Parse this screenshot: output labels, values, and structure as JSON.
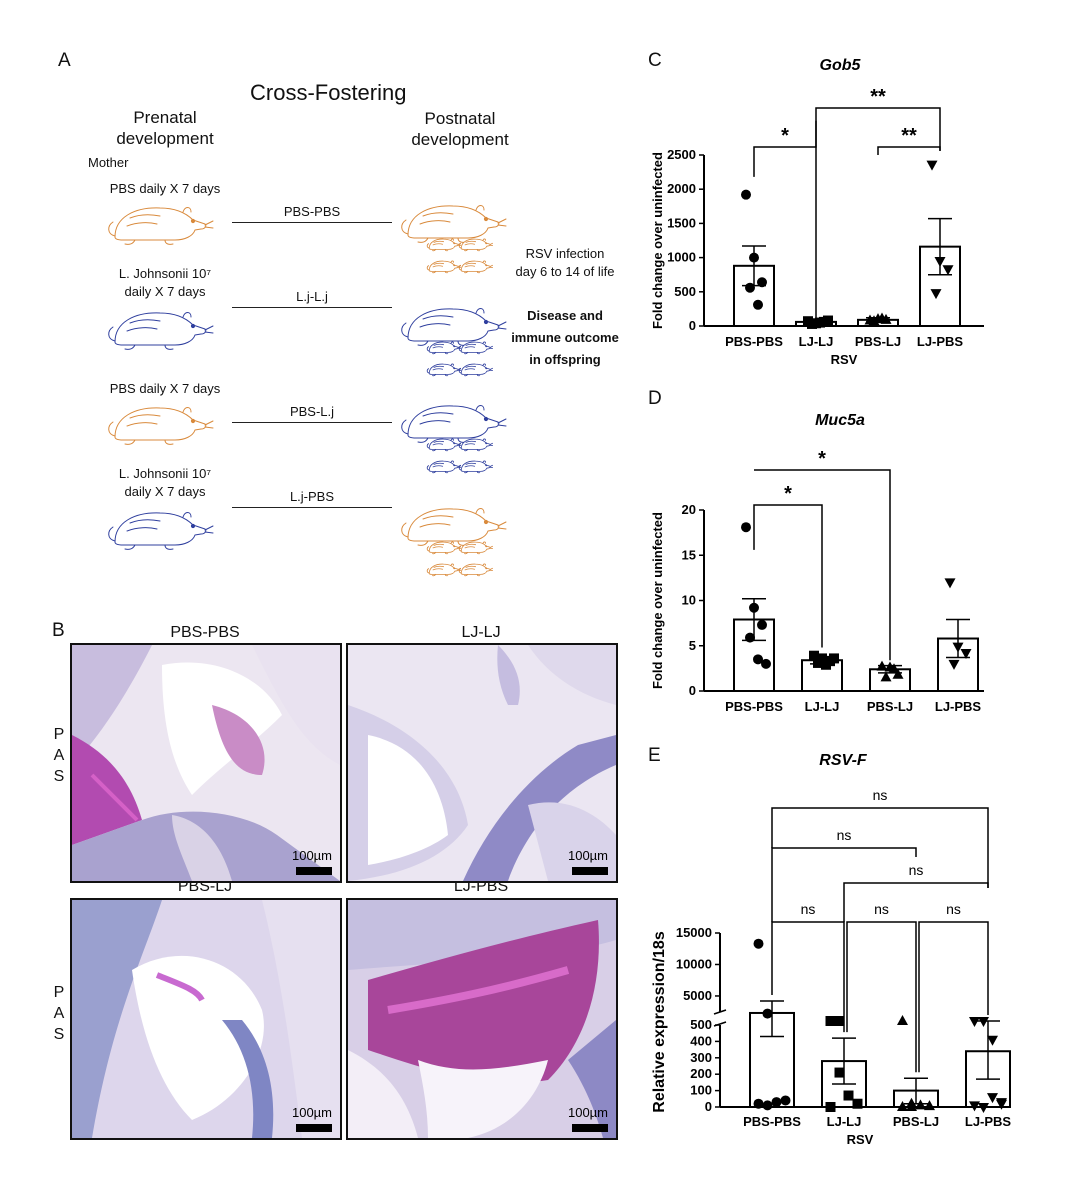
{
  "panels": {
    "A": "A",
    "B": "B",
    "C": "C",
    "D": "D",
    "E": "E"
  },
  "panelA": {
    "title": "Cross-Fostering",
    "prenatal": "Prenatal development",
    "postnatal": "Postnatal development",
    "mother": "Mother",
    "groups": [
      {
        "treatment_line1": "PBS daily X 7 days",
        "treatment_line2": "",
        "label": "PBS-PBS",
        "mother_color": "#d98a3c",
        "pup_color": "#d98a3c"
      },
      {
        "treatment_line1": "L. Johnsonii 10⁷",
        "treatment_line2": "daily X 7 days",
        "label": "L.j-L.j",
        "mother_color": "#2f3f9e",
        "pup_color": "#2f3f9e"
      },
      {
        "treatment_line1": "PBS daily X 7 days",
        "treatment_line2": "",
        "label": "PBS-L.j",
        "mother_color": "#d98a3c",
        "pup_color": "#2f3f9e"
      },
      {
        "treatment_line1": "L. Johnsonii 10⁷",
        "treatment_line2": "daily X 7 days",
        "label": "L.j-PBS",
        "mother_color": "#2f3f9e",
        "pup_color": "#d98a3c"
      }
    ],
    "rsv_line1": "RSV infection",
    "rsv_line2": "day 6 to 14 of life",
    "outcome_line1": "Disease and",
    "outcome_line2": "immune outcome",
    "outcome_line3": "in offspring"
  },
  "panelB": {
    "images": [
      {
        "label": "PBS-PBS",
        "scale": "100µm"
      },
      {
        "label": "LJ-LJ",
        "scale": "100µm"
      },
      {
        "label": "PBS-LJ",
        "scale": "100µm"
      },
      {
        "label": "LJ-PBS",
        "scale": "100µm"
      }
    ],
    "stain_letters": [
      "P",
      "A",
      "S"
    ]
  },
  "chart_data": [
    {
      "id": "C",
      "type": "bar",
      "title": "Gob5",
      "xlabel": "RSV",
      "ylabel": "Fold change over uninfected",
      "categories": [
        "PBS-PBS",
        "LJ-LJ",
        "PBS-LJ",
        "LJ-PBS"
      ],
      "values": [
        880,
        60,
        90,
        1160
      ],
      "sem": [
        290,
        25,
        30,
        410
      ],
      "markers": [
        "circle",
        "square",
        "triangle",
        "triangle-down"
      ],
      "points": [
        [
          1920,
          1000,
          640,
          560,
          310
        ],
        [
          70,
          40,
          60,
          30,
          50,
          80
        ],
        [
          80,
          100,
          90,
          70,
          110
        ],
        [
          2360,
          950,
          830,
          480
        ]
      ],
      "yticks": [
        0,
        500,
        1000,
        1500,
        2000,
        2500
      ],
      "ylim": [
        0,
        2500
      ],
      "significance": [
        {
          "from": 0,
          "to": 1,
          "label": "*",
          "level": 1
        },
        {
          "from": 2,
          "to": 3,
          "label": "**",
          "level": 1
        },
        {
          "from": 1,
          "to": 3,
          "label": "**",
          "level": 2
        }
      ]
    },
    {
      "id": "D",
      "type": "bar",
      "title": "Muc5a",
      "xlabel": "RSV",
      "ylabel": "Fold change over uninfected",
      "categories": [
        "PBS-PBS",
        "LJ-LJ",
        "PBS-LJ",
        "LJ-PBS"
      ],
      "values": [
        7.9,
        3.4,
        2.4,
        5.8
      ],
      "sem": [
        2.3,
        0.4,
        0.4,
        2.1
      ],
      "markers": [
        "circle",
        "square",
        "triangle",
        "triangle-down"
      ],
      "points": [
        [
          18.1,
          9.2,
          7.3,
          5.9,
          3.5,
          3.0
        ],
        [
          3.9,
          3.6,
          3.3,
          3.1,
          2.9,
          3.6
        ],
        [
          2.7,
          2.6,
          1.8,
          1.5,
          2.4
        ],
        [
          12.0,
          4.9,
          4.2,
          3.0
        ]
      ],
      "yticks": [
        0,
        5,
        10,
        15,
        20
      ],
      "ylim": [
        0,
        20
      ],
      "significance": [
        {
          "from": 0,
          "to": 1,
          "label": "*",
          "level": 1
        },
        {
          "from": 0,
          "to": 2,
          "label": "*",
          "level": 2
        }
      ]
    },
    {
      "id": "E",
      "type": "bar",
      "title": "RSV-F",
      "xlabel": "RSV",
      "ylabel": "Relative expression/18s",
      "categories": [
        "PBS-PBS",
        "LJ-LJ",
        "PBS-LJ",
        "LJ-PBS"
      ],
      "values": [
        2300,
        280,
        100,
        340
      ],
      "sem_upper": [
        4200,
        420,
        175,
        510
      ],
      "sem_lower": [
        430,
        140,
        20,
        170
      ],
      "markers": [
        "circle",
        "square",
        "triangle",
        "triangle-down"
      ],
      "points": [
        [
          13300,
          2200,
          30,
          40,
          20,
          10
        ],
        [
          520,
          210,
          70,
          20,
          0,
          520
        ],
        [
          520,
          20,
          10,
          5,
          0,
          0
        ],
        [
          530,
          520,
          410,
          20,
          10,
          0,
          60,
          30
        ]
      ],
      "yticks_lower": [
        0,
        100,
        200,
        300,
        400,
        500
      ],
      "yticks_upper": [
        5000,
        10000,
        15000
      ],
      "axis_break": [
        500,
        1500
      ],
      "ylim": [
        0,
        15000
      ],
      "significance": [
        {
          "from": 0,
          "to": 1,
          "label": "ns",
          "level": 1
        },
        {
          "from": 1,
          "to": 2,
          "label": "ns",
          "level": 1
        },
        {
          "from": 2,
          "to": 3,
          "label": "ns",
          "level": 1
        },
        {
          "from": 1,
          "to": 3,
          "label": "ns",
          "level": 2
        },
        {
          "from": 0,
          "to": 2,
          "label": "ns",
          "level": 3
        },
        {
          "from": 0,
          "to": 3,
          "label": "ns",
          "level": 4
        }
      ]
    }
  ]
}
